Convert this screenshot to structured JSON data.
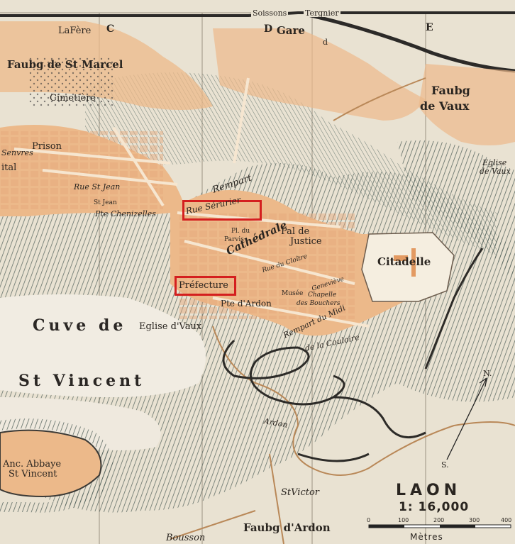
{
  "map": {
    "title": "LAON",
    "scale": "1: 16,000",
    "scale_unit": "Mètres",
    "scale_ticks": [
      "0",
      "100",
      "200",
      "300",
      "400"
    ],
    "north": "N.",
    "south": "S.",
    "grid_letters": [
      "C",
      "D",
      "E"
    ],
    "colors": {
      "paper": "#e9e2d2",
      "town": "#ecb98a",
      "street": "#f6e6d0",
      "hatch": "#5c6b62",
      "highlight": "#d41f1f"
    },
    "labels": {
      "soissons": "Soissons",
      "tergnier": "Tergnier",
      "la_fere": "LaFère",
      "gare": "Gare",
      "gare_d": "d",
      "faubourg_st_marcel": "Faubg de St Marcel",
      "cimetiere": "Cimetière",
      "prison": "Prison",
      "faubourg_vaux": "Faubg",
      "de_vaux": "de Vaux",
      "eglise_vaux": "Eglise",
      "eglise_vaux2": "de Vaux",
      "rempart": "Rempart",
      "rue_serurier": "Rue Sérurier",
      "cathedrale": "Cathédrale",
      "parvis": "Parvis",
      "pl_du": "Pl. du",
      "pal_de_justice": "Pal de",
      "justice": "Justice",
      "citadelle": "Citadelle",
      "prefecture": "Préfecture",
      "pte_ardon": "Pte d'Ardon",
      "musee": "Musée",
      "chapelle": "Chapelle",
      "bouchers": "des Bouchers",
      "rue_cloitre": "Rue du Cloître",
      "genevieve": "Geneviève",
      "rempart_midi": "Rempart du Midi",
      "couloire": "de la Couloire",
      "cuve_de": "Cuve de",
      "eglise_vaux3": "Eglise d'Vaux",
      "st_vincent": "St Vincent",
      "anc_abbaye": "Anc. Abbaye",
      "st_vincent_abbaye": "St Vincent",
      "st_victor": "StVictor",
      "boulevard_ardon": "Ardon",
      "faubourg_ardon": "Faubg d'Ardon",
      "bousson": "Bousson",
      "pte_chenizelles": "Pte Chenizelles",
      "rue_st_jean": "Rue St Jean",
      "st_jean": "St Jean",
      "vitals": "ital",
      "senvres": "Senvres"
    },
    "highlights": [
      {
        "name": "rue-serurier-highlight",
        "label": "Rue Sérurier"
      },
      {
        "name": "prefecture-highlight",
        "label": "Préfecture"
      }
    ]
  }
}
